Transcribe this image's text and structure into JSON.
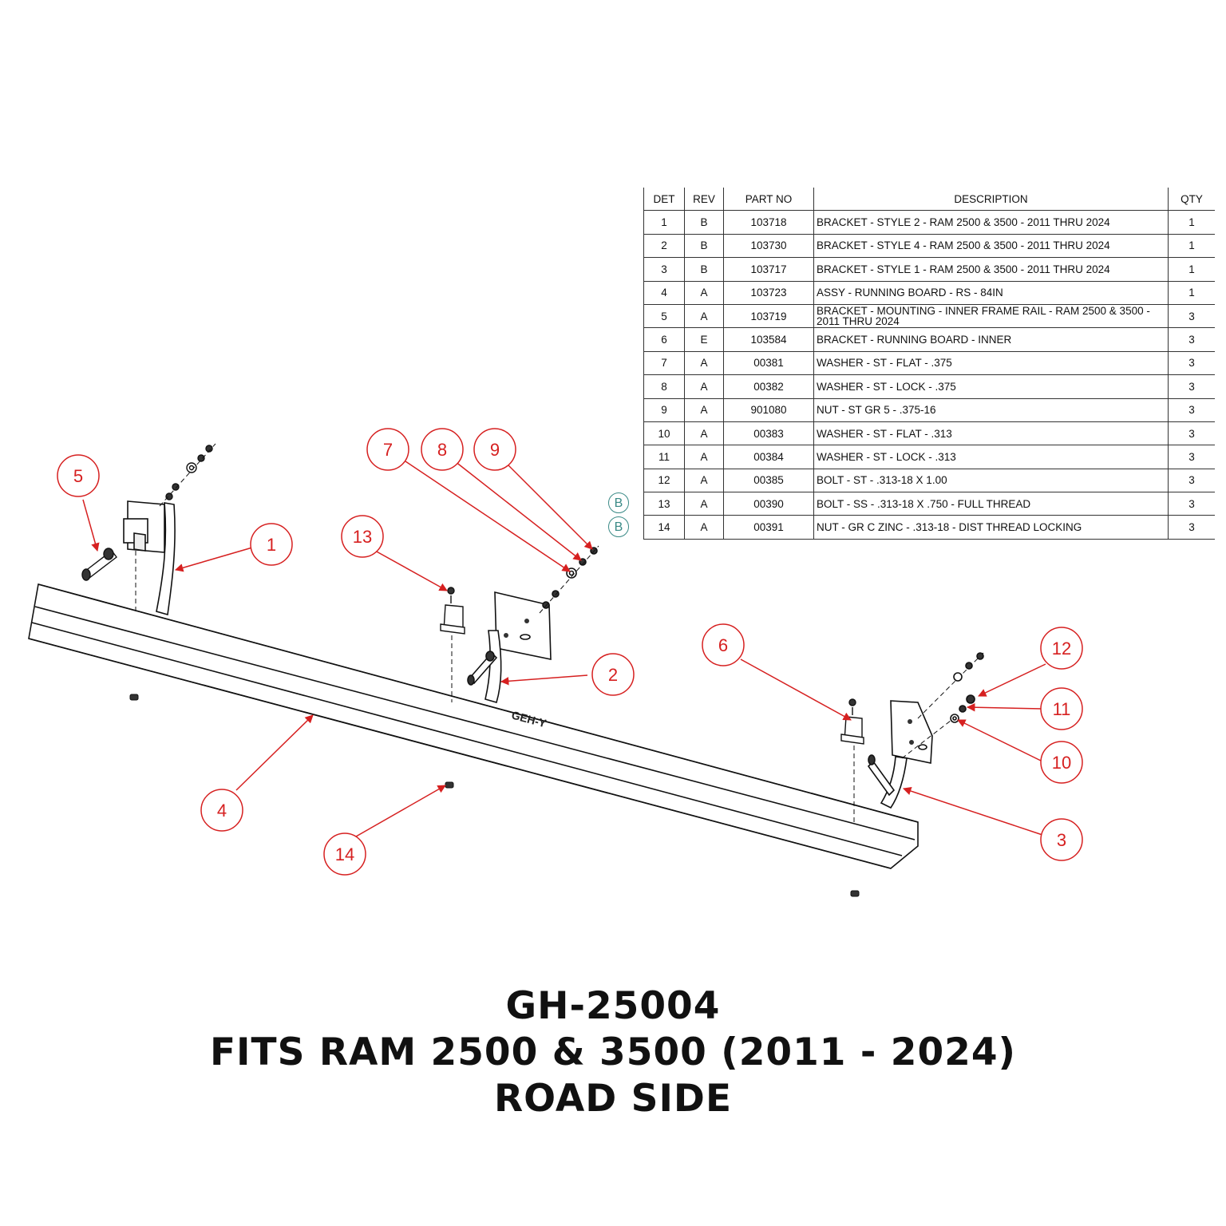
{
  "bom": {
    "headers": [
      "DET",
      "REV",
      "PART NO",
      "DESCRIPTION",
      "QTY"
    ],
    "rows": [
      {
        "det": "1",
        "rev": "B",
        "part_no": "103718",
        "description": "BRACKET - STYLE 2 - RAM 2500 & 3500 - 2011 THRU 2024",
        "qty": "1"
      },
      {
        "det": "2",
        "rev": "B",
        "part_no": "103730",
        "description": "BRACKET - STYLE 4 - RAM 2500 & 3500 - 2011 THRU 2024",
        "qty": "1"
      },
      {
        "det": "3",
        "rev": "B",
        "part_no": "103717",
        "description": "BRACKET - STYLE 1 - RAM 2500 & 3500 - 2011 THRU 2024",
        "qty": "1"
      },
      {
        "det": "4",
        "rev": "A",
        "part_no": "103723",
        "description": "ASSY - RUNNING BOARD - RS - 84IN",
        "qty": "1"
      },
      {
        "det": "5",
        "rev": "A",
        "part_no": "103719",
        "description": "BRACKET - MOUNTING - INNER FRAME RAIL - RAM 2500 & 3500 - 2011 THRU 2024",
        "qty": "3"
      },
      {
        "det": "6",
        "rev": "E",
        "part_no": "103584",
        "description": "BRACKET - RUNNING BOARD - INNER",
        "qty": "3"
      },
      {
        "det": "7",
        "rev": "A",
        "part_no": "00381",
        "description": "WASHER - ST - FLAT - .375",
        "qty": "3"
      },
      {
        "det": "8",
        "rev": "A",
        "part_no": "00382",
        "description": "WASHER - ST - LOCK - .375",
        "qty": "3"
      },
      {
        "det": "9",
        "rev": "A",
        "part_no": "901080",
        "description": "NUT - ST GR 5 - .375-16",
        "qty": "3"
      },
      {
        "det": "10",
        "rev": "A",
        "part_no": "00383",
        "description": "WASHER - ST - FLAT - .313",
        "qty": "3"
      },
      {
        "det": "11",
        "rev": "A",
        "part_no": "00384",
        "description": "WASHER - ST - LOCK - .313",
        "qty": "3"
      },
      {
        "det": "12",
        "rev": "A",
        "part_no": "00385",
        "description": "BOLT - ST - .313-18 X 1.00",
        "qty": "3"
      },
      {
        "det": "13",
        "rev": "A",
        "part_no": "00390",
        "description": "BOLT - SS - .313-18 X .750 - FULL THREAD",
        "qty": "3"
      },
      {
        "det": "14",
        "rev": "A",
        "part_no": "00391",
        "description": "NUT - GR C ZINC - .313-18 - DIST THREAD LOCKING",
        "qty": "3"
      }
    ]
  },
  "revision_marks": [
    "B",
    "B"
  ],
  "balloons": [
    "1",
    "2",
    "3",
    "4",
    "5",
    "6",
    "7",
    "8",
    "9",
    "10",
    "11",
    "12",
    "13",
    "14"
  ],
  "title": {
    "line1": "GH-25004",
    "line2": "FITS RAM 2500 & 3500 (2011 - 2024)",
    "line3": "ROAD SIDE"
  },
  "colors": {
    "balloon": "#d62020",
    "revision_mark": "#3a8a86",
    "line": "#111111"
  }
}
